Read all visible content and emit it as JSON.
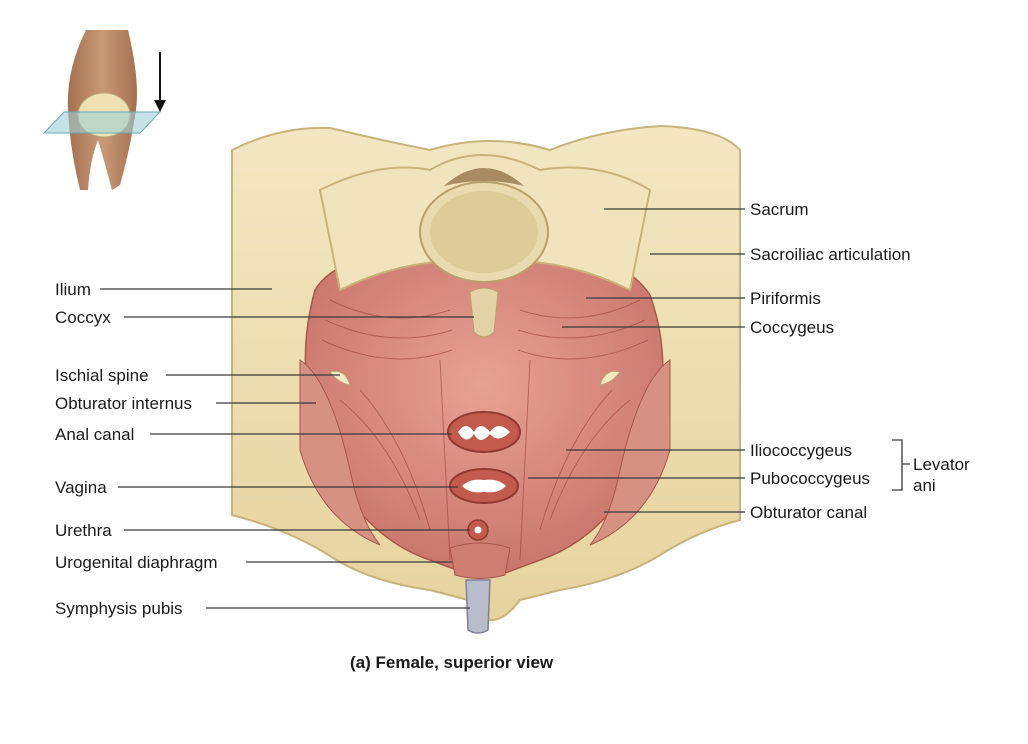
{
  "figure": {
    "caption": "(a) Female, superior view",
    "labels": {
      "ilium": "Ilium",
      "coccyx": "Coccyx",
      "ischial_spine": "Ischial spine",
      "obturator_internus": "Obturator internus",
      "anal_canal": "Anal canal",
      "vagina": "Vagina",
      "urethra": "Urethra",
      "urogenital_diaphragm": "Urogenital diaphragm",
      "symphysis_pubis": "Symphysis pubis",
      "sacrum": "Sacrum",
      "sacroiliac_articulation": "Sacroiliac articulation",
      "piriformis": "Piriformis",
      "coccygeus": "Coccygeus",
      "iliococcygeus": "Iliococcygeus",
      "pubococcygeus": "Pubococcygeus",
      "levator_ani_line1": "Levator",
      "levator_ani_line2": "ani",
      "obturator_canal": "Obturator canal"
    },
    "colors": {
      "bone": "#efe1b4",
      "bone_shadow": "#d9c58e",
      "muscle": "#d98d80",
      "muscle_dark": "#b8574c",
      "skin": "#b98866",
      "plane": "#9fd0d6"
    }
  }
}
